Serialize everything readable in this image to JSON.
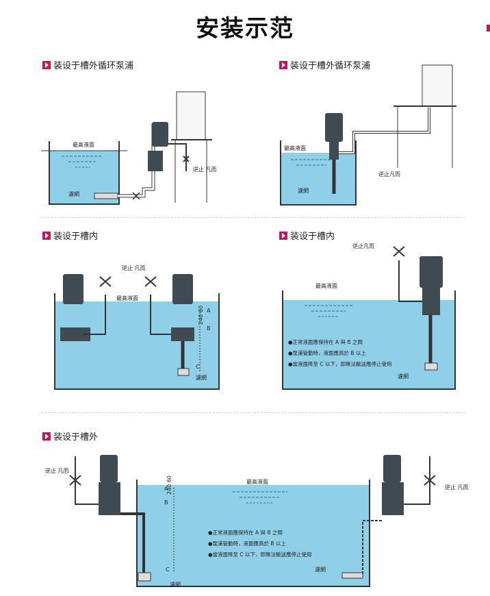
{
  "title": "安装示范",
  "colors": {
    "accent": "#c2185b",
    "water": "#8fd0e8",
    "pipe": "#ffffff",
    "motor": "#3f4a52"
  },
  "sections": [
    {
      "heading": "装设于槽外循环泵浦",
      "labels": {
        "max_level": "最高液面",
        "check_valve": "逆止\n凡而",
        "strainer": "濾網"
      }
    },
    {
      "heading": "装设于槽外循环泵浦",
      "labels": {
        "max_level": "最高液面",
        "check_valve": "逆止凡而",
        "strainer": "濾網"
      }
    },
    {
      "heading": "装设于槽内",
      "labels": {
        "max_level": "最高液面",
        "check_valve": "逆止\n凡而",
        "strainer": "濾網",
        "mark_a": "A",
        "mark_b": "B",
        "mark_c": "C",
        "dim": "240 60"
      }
    },
    {
      "heading": "装设于槽内",
      "labels": {
        "max_level": "最高液面",
        "check_valve": "逆止凡而",
        "strainer": "濾網"
      },
      "notes": [
        "●正常液面應保持在 A 與 B 之間",
        "●泵浦管動時，液面應高於 B 以上",
        "●當液面降至 C 以下，即無法輸送應停止使用"
      ]
    },
    {
      "heading": "装设于槽外",
      "labels": {
        "max_level": "最高液面",
        "check_valve": "逆止\n凡而",
        "strainer": "濾網",
        "mark_a": "A",
        "mark_b": "B",
        "mark_c": "C",
        "dim": "240 60"
      },
      "notes": [
        "●正常液面應保持在 A 與 B 之間",
        "●泵浦管動時，液面應高於 B 以上",
        "●當液面降至 C 以下，即無法輸送應停止使用"
      ]
    }
  ]
}
